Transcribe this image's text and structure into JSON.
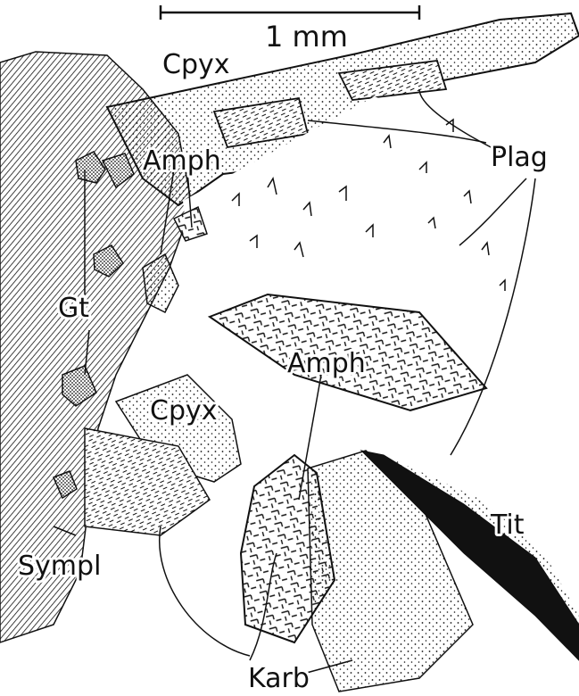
{
  "scale_bar": {
    "label": "1 mm"
  },
  "labels": {
    "cpyx_top": "Cpyx",
    "plag": "Plag",
    "amph_top": "Amph",
    "gt": "Gt",
    "amph_middle": "Amph",
    "cpyx_middle": "Cpyx",
    "tit": "Tit",
    "sympl": "Sympl",
    "karb": "Karb"
  },
  "colors": {
    "ink": "#111111",
    "paper": "#ffffff"
  }
}
